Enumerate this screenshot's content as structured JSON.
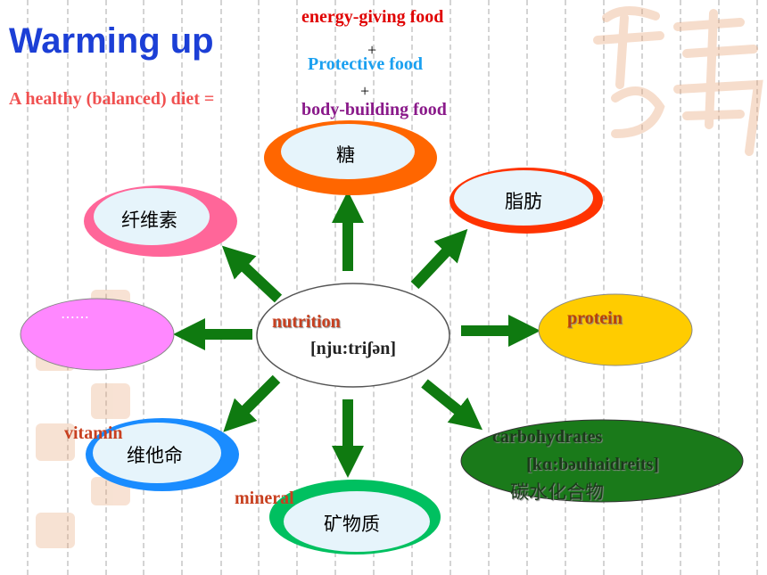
{
  "slide": {
    "title": "Warming up",
    "diet_label": "A healthy (balanced) diet =",
    "food_groups": [
      "energy-giving food",
      "Protective food",
      "body-building food"
    ],
    "plus_sign": "+"
  },
  "center": {
    "title": "nutrition",
    "phonetic": "[nju:triʃən]"
  },
  "nodes": {
    "sugar": "糖",
    "fat": "脂肪",
    "fiber": "纤维素",
    "more": "……",
    "protein": "protein",
    "carbs_en": "carbohydrates",
    "carbs_phonetic": "[kɑ:bəuhaidreits]",
    "carbs_cn": "碳水化合物",
    "vitamin_cn": "维他命",
    "vitamin_en": "vitamin",
    "mineral_cn": "矿物质",
    "mineral_en": "mineral"
  },
  "colors": {
    "title": "#1c3fd6",
    "diet": "#f05050",
    "energy": "#e00000",
    "protective": "#1aa0f0",
    "body_building": "#8a1a8a",
    "arrow": "#0f7a10",
    "sugar_ring": "#ff6600",
    "fat_ring": "#ff3300",
    "fiber_ring": "#ff6699",
    "more_fill": "#ff88ff",
    "protein_fill": "#ffcc00",
    "carbs_fill": "#1a7a1a",
    "vitamin_ring": "#1a8cff",
    "mineral_ring": "#00c060"
  }
}
